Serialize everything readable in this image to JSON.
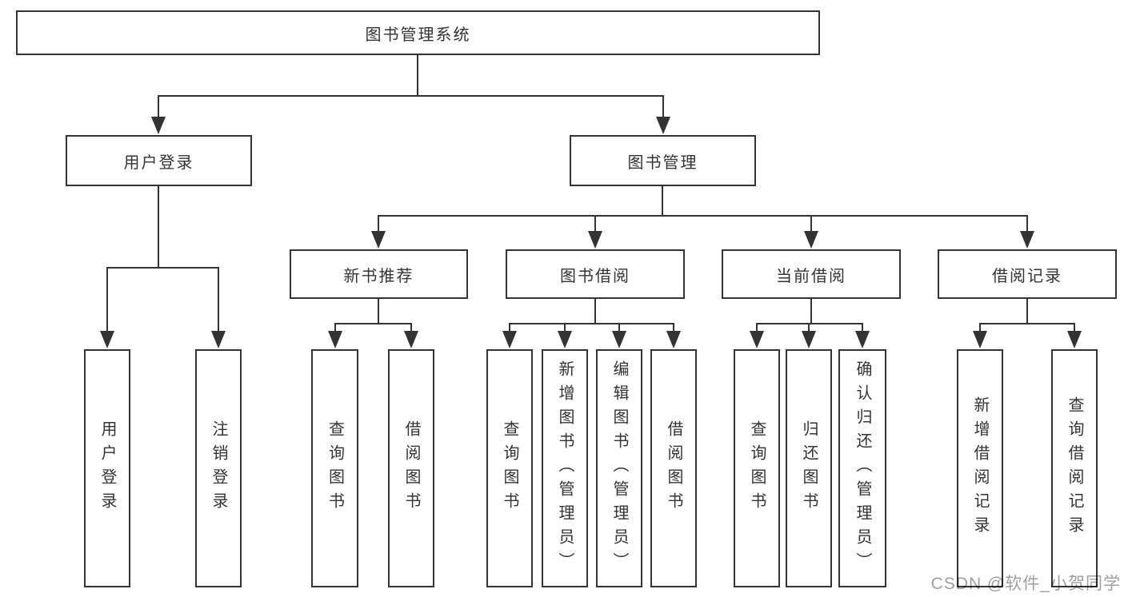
{
  "tree": {
    "root": {
      "label": "图书管理系统"
    },
    "branches": [
      {
        "label": "用户登录",
        "children": [
          {
            "label": "用户登录"
          },
          {
            "label": "注销登录"
          }
        ]
      },
      {
        "label": "图书管理",
        "children": [
          {
            "label": "新书推荐",
            "children": [
              {
                "label": "查询图书"
              },
              {
                "label": "借阅图书"
              }
            ]
          },
          {
            "label": "图书借阅",
            "children": [
              {
                "label": "查询图书"
              },
              {
                "label": "新增图书（管理员）"
              },
              {
                "label": "编辑图书（管理员）"
              },
              {
                "label": "借阅图书"
              }
            ]
          },
          {
            "label": "当前借阅",
            "children": [
              {
                "label": "查询图书"
              },
              {
                "label": "归还图书"
              },
              {
                "label": "确认归还（管理员）"
              }
            ]
          },
          {
            "label": "借阅记录",
            "children": [
              {
                "label": "新增借阅记录"
              },
              {
                "label": "查询借阅记录"
              }
            ]
          }
        ]
      }
    ]
  },
  "watermark": {
    "text": "CSDN @软件_小贺同学"
  },
  "colors": {
    "line": "#333333",
    "text": "#333333",
    "watermark": "#9f9f9f",
    "background": "#ffffff"
  }
}
